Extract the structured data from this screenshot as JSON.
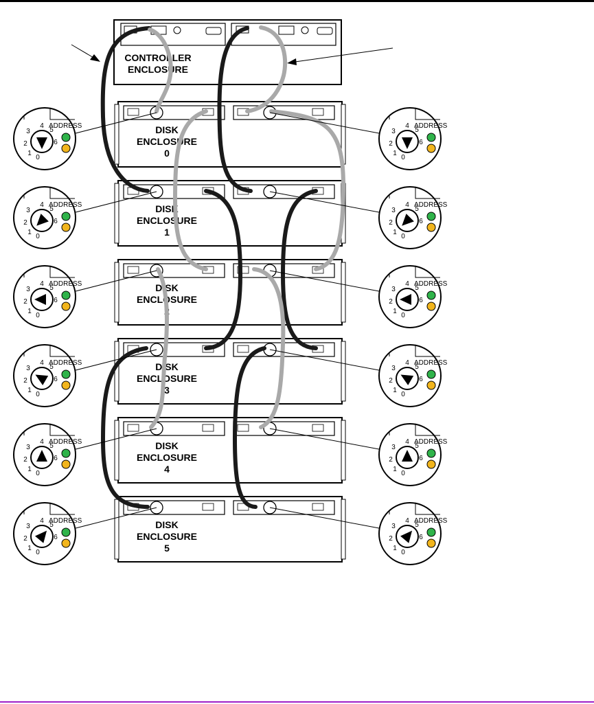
{
  "controller": {
    "line1": "CONTROLLER",
    "line2": "ENCLOSURE"
  },
  "disk_label_line1": "DISK",
  "disk_label_line2": "ENCLOSURE",
  "enclosures": [
    {
      "number": "0",
      "dial_pointer": "down"
    },
    {
      "number": "1",
      "dial_pointer": "lower-left"
    },
    {
      "number": "2",
      "dial_pointer": "left"
    },
    {
      "number": "3",
      "dial_pointer": "upper-left"
    },
    {
      "number": "4",
      "dial_pointer": "up"
    },
    {
      "number": "5",
      "dial_pointer": "upper-right"
    }
  ],
  "dial": {
    "title": "ADDRESS",
    "digits": [
      "0",
      "1",
      "2",
      "3",
      "4",
      "5",
      "6"
    ]
  },
  "led_colors": {
    "top": "#2fb34a",
    "bottom": "#f2b51c"
  },
  "cable_colors": {
    "dark": "#1a1a1a",
    "light": "#a9a9a9"
  },
  "accent_rule_color": "#a020c8"
}
